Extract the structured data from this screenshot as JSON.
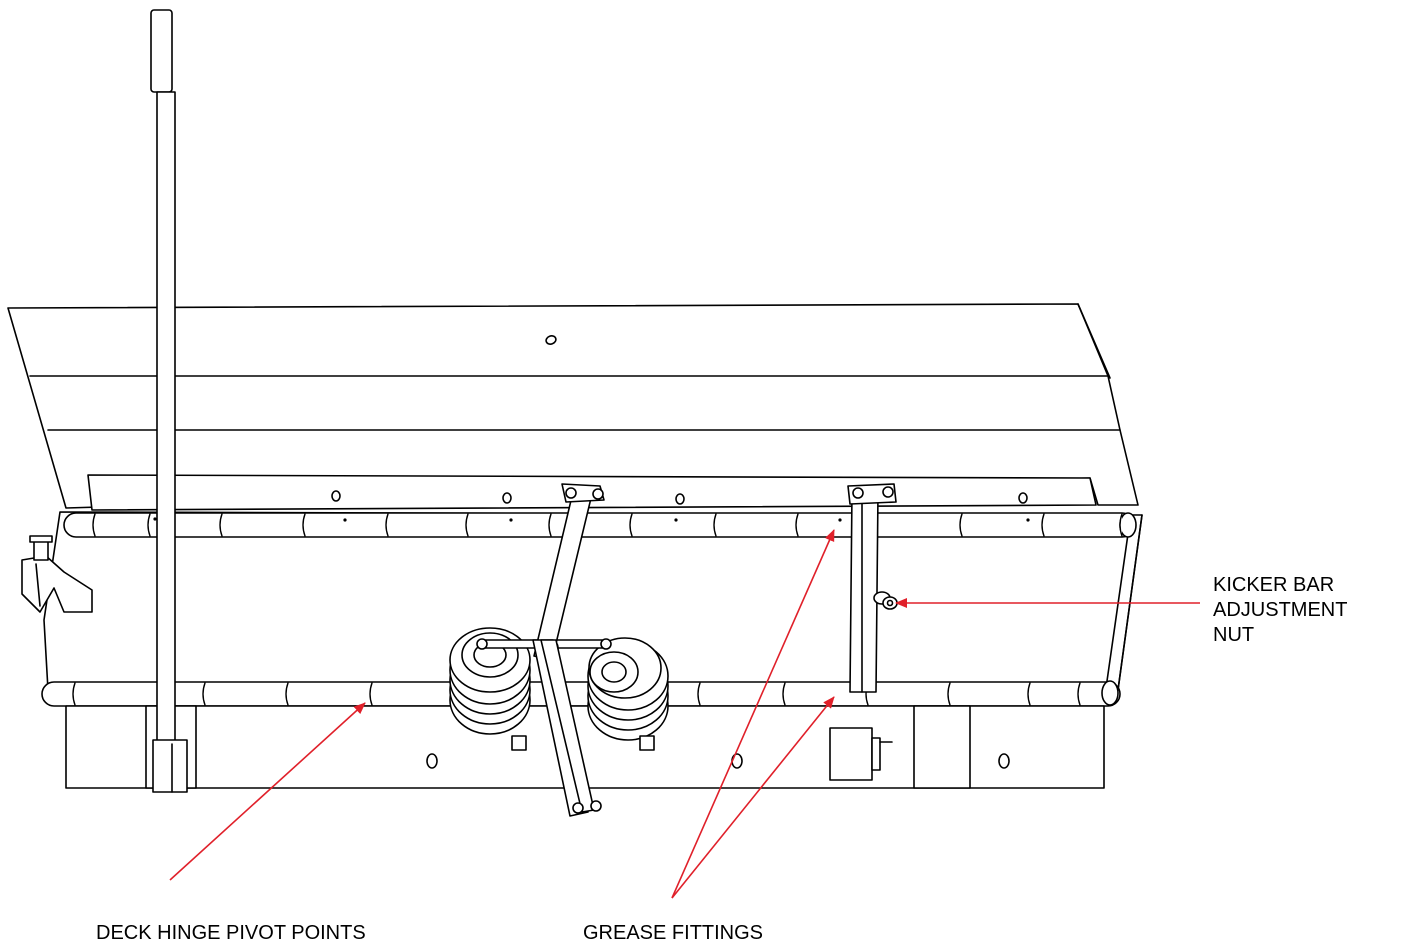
{
  "labels": {
    "kicker_bar": [
      "KICKER BAR",
      "ADJUSTMENT",
      "NUT"
    ],
    "deck_hinge": "DECK HINGE PIVOT POINTS",
    "grease_fittings": "GREASE FITTINGS"
  },
  "colors": {
    "line": "#000000",
    "arrow": "#e0202a",
    "background": "#ffffff"
  }
}
